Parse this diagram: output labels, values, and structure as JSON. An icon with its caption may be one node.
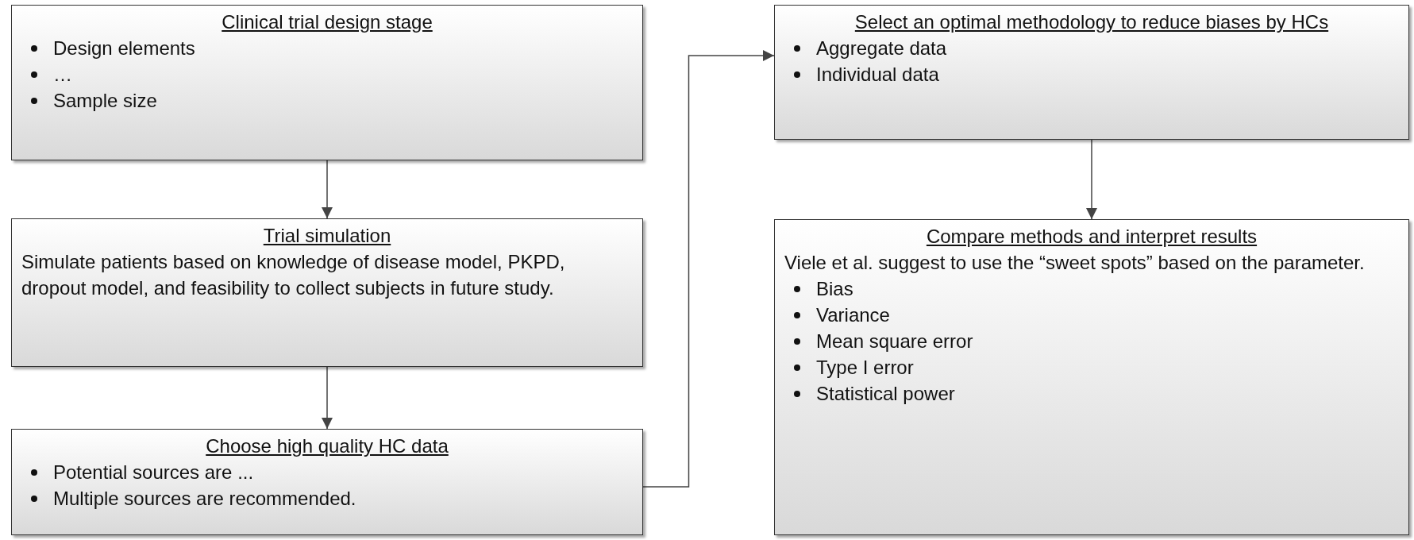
{
  "diagram": {
    "nodes": [
      {
        "text": [
          "Clinical trial design stage",
          "Design elements",
          "…",
          "Sample size"
        ]
      },
      {
        "text": [
          "Trial simulation",
          "Simulate patients based on knowledge of disease model, PKPD, dropout model, and feasibility to collect subjects in future study."
        ]
      },
      {
        "text": [
          "Choose high quality HC data",
          "Potential sources are ...",
          "Multiple sources are recommended."
        ]
      },
      {
        "text": [
          "Select an optimal methodology to reduce biases by HCs",
          "Aggregate data",
          "Individual data"
        ]
      },
      {
        "text": [
          "Compare methods and interpret results",
          "Viele et al. suggest to use the “sweet spots” based on the parameter.",
          "Bias",
          "Variance",
          "Mean square error",
          "Type I error",
          "Statistical power"
        ]
      }
    ],
    "edges": [
      {
        "from": 0,
        "to": 1,
        "arrow": "to"
      },
      {
        "from": 1,
        "to": 2,
        "arrow": "to"
      },
      {
        "from": 2,
        "to": 3,
        "arrow": "to"
      },
      {
        "from": 3,
        "to": 4,
        "arrow": "to"
      }
    ]
  }
}
